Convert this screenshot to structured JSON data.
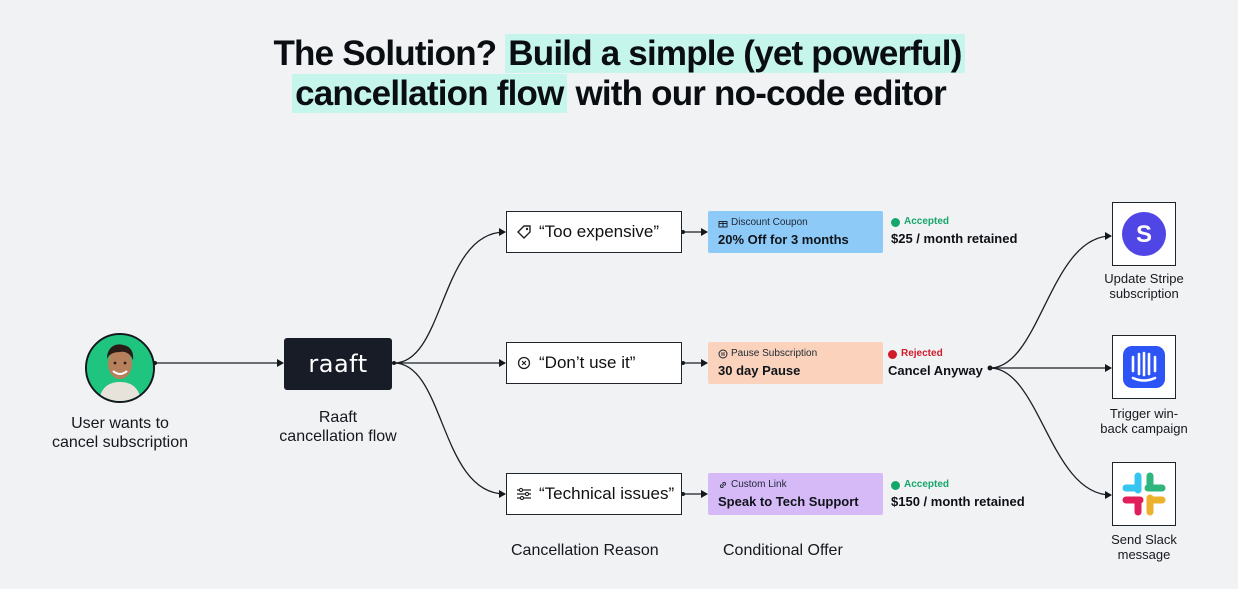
{
  "headline": {
    "part1": "The Solution?",
    "part2": "Build a simple (yet powerful)",
    "part3": "cancellation flow",
    "part4": "with our no-code editor"
  },
  "user": {
    "caption_line1": "User wants to",
    "caption_line2": "cancel subscription"
  },
  "raaft": {
    "logo_text": "raaft",
    "caption_line1": "Raaft",
    "caption_line2": "cancellation flow"
  },
  "reasons": [
    {
      "label": "“Too expensive”",
      "icon": "price-tag-icon"
    },
    {
      "label": "“Don’t use it”",
      "icon": "close-circle-icon"
    },
    {
      "label": "“Technical issues”",
      "icon": "sliders-icon"
    }
  ],
  "offers": [
    {
      "type": "Discount Coupon",
      "title": "20% Off for 3 months",
      "color": "#8ecaf8",
      "icon": "gift-icon"
    },
    {
      "type": "Pause Subscription",
      "title": "30 day Pause",
      "color": "#fbd3bd",
      "icon": "pause-icon"
    },
    {
      "type": "Custom Link",
      "title": "Speak to Tech Support",
      "color": "#d6b9f7",
      "icon": "link-icon"
    }
  ],
  "outcomes": [
    {
      "status": "Accepted",
      "value": "$25 / month retained",
      "status_color": "#15a66a"
    },
    {
      "status": "Rejected",
      "value": "Cancel Anyway",
      "status_color": "#d11a2a"
    },
    {
      "status": "Accepted",
      "value": "$150 / month retained",
      "status_color": "#15a66a"
    }
  ],
  "actions": [
    {
      "caption_line1": "Update Stripe",
      "caption_line2": "subscription",
      "icon": "stripe-icon",
      "color": "#4f46e5"
    },
    {
      "caption_line1": "Trigger win-",
      "caption_line2": "back campaign",
      "icon": "intercom-icon",
      "color": "#2d55f5"
    },
    {
      "caption_line1": "Send Slack",
      "caption_line2": "message",
      "icon": "slack-icon"
    }
  ],
  "column_labels": {
    "reason": "Cancellation Reason",
    "offer": "Conditional Offer"
  },
  "colors": {
    "highlight": "#c6f5ec",
    "raaft_bg": "#171c26",
    "background": "#f1f2f4"
  }
}
